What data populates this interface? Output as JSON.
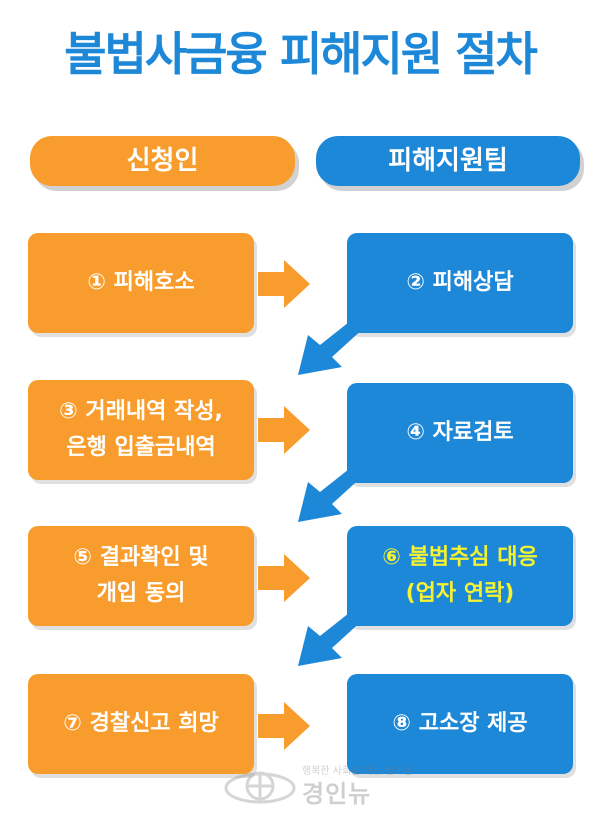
{
  "title": "불법사금융 피해지원 절차",
  "headers": {
    "applicant": "신청인",
    "support_team": "피해지원팀"
  },
  "steps": {
    "s1": [
      "① 피해호소"
    ],
    "s2": [
      "② 피해상담"
    ],
    "s3": [
      "③ 거래내역 작성,",
      "은행 입출금내역"
    ],
    "s4": [
      "④ 자료검토"
    ],
    "s5": [
      "⑤ 결과확인 및",
      "개입 동의"
    ],
    "s6": [
      "⑥ 불법추심 대응",
      "(업자 연락)"
    ],
    "s7": [
      "⑦ 경찰신고 희망"
    ],
    "s8": [
      "⑧ 고소장 제공"
    ]
  },
  "watermark": {
    "tagline": "행복한 사회를 여는 즐거움",
    "name": "경인뉴"
  },
  "colors": {
    "orange": "#f89d2d",
    "blue": "#1e88d8",
    "highlight": "#f5f231",
    "arrow": "#1e88d8"
  }
}
